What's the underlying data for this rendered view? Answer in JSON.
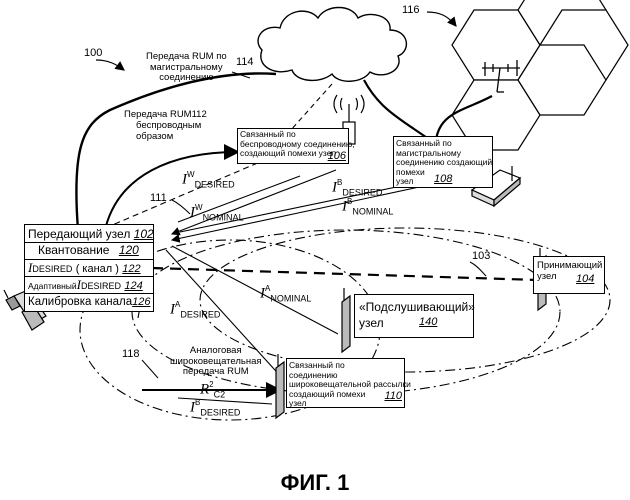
{
  "figure_caption": "ФИГ. 1",
  "refs": {
    "r100": "100",
    "r116": "116",
    "r114": "114",
    "r111": "111",
    "r103": "103",
    "r118": "118"
  },
  "labels": {
    "backhaul_rum": "Передача RUM по\nмагистральному\nсоединению",
    "wireless_rum_a": "Передача RUM112",
    "wireless_rum_b": "беспроводным\nобразом",
    "analog_rum": "Аналоговая\nшироковещательная\nпередача RUM"
  },
  "transmitter": {
    "title": "Передающий узел",
    "title_ref": "102",
    "quant": "Квантование",
    "quant_ref": "120",
    "i_desired_main": "I",
    "i_desired_sub": "DESIRED",
    "i_desired_rest": "( канал )",
    "i_desired_ref": "122",
    "adaptive": "Адаптивный",
    "adaptive_i": "I",
    "adaptive_sub": "DESIRED",
    "adaptive_ref": "124",
    "calib": "Калибровка канала",
    "calib_ref": "126"
  },
  "nodes": {
    "wireless_node": "Связанный по\nбеспроводному соединению,\nсоздающий помехи узел",
    "wireless_node_ref": "106",
    "backhaul_node": "Связанный по\nмагистральному\nсоединению создающий\nпомехи\nузел",
    "backhaul_node_ref": "108",
    "receiver": "Принимающий\nузел",
    "receiver_ref": "104",
    "eavesdrop": "«Подслушивающий»\nузел",
    "eavesdrop_ref": "140",
    "broadcast_node": "Связанный по\nсоединению\nшироковещательной рассылки\nсоздающий помехи\nузел",
    "broadcast_node_ref": "110"
  },
  "symbols": {
    "iw_desired": {
      "main": "I",
      "sup": "W",
      "sub": "DESIRED"
    },
    "iw_nominal": {
      "main": "I",
      "sup": "W",
      "sub": "NOMINAL"
    },
    "ib_desired_top": {
      "main": "I",
      "sup": "B",
      "sub": "DESIRED"
    },
    "ib_nominal": {
      "main": "I",
      "sup": "B",
      "sub": "NOMINAL"
    },
    "ia_nominal": {
      "main": "I",
      "sup": "A",
      "sub": "NOMINAL"
    },
    "ia_desired": {
      "main": "I",
      "sup": "A",
      "sub": "DESIRED"
    },
    "r_c2": {
      "main": "R",
      "sup": "2",
      "sub": "C2"
    },
    "ib_desired_bottom": {
      "main": "I",
      "sup": "B",
      "sub": "DESIRED"
    }
  }
}
